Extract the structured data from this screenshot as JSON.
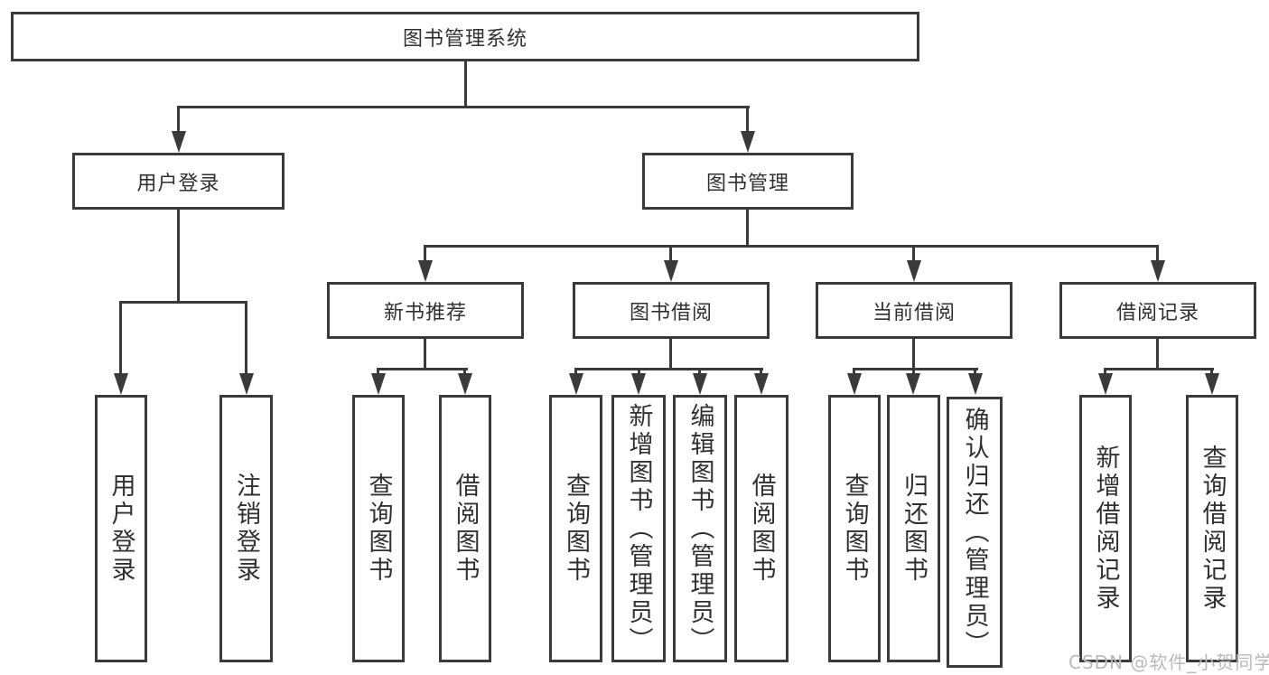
{
  "nodes": {
    "root": "图书管理系统",
    "user_login": "用户登录",
    "book_mgmt": "图书管理",
    "new_book_rec": "新书推荐",
    "book_borrow": "图书借阅",
    "current_borrow": "当前借阅",
    "borrow_records": "借阅记录",
    "ul_user_login": "用户登录",
    "ul_logout": "注销登录",
    "nb_query_books": "查询图书",
    "nb_borrow_books": "借阅图书",
    "bb_query_books": "查询图书",
    "bb_add_books": "新增图书（管理员）",
    "bb_edit_books": "编辑图书（管理员）",
    "bb_borrow_books": "借阅图书",
    "cb_query_books": "查询图书",
    "cb_return_books": "归还图书",
    "cb_confirm_return": "确认归还（管理员）",
    "br_add_record": "新增借阅记录",
    "br_query_record": "查询借阅记录"
  },
  "structure": {
    "root": [
      "user_login",
      "book_mgmt"
    ],
    "user_login": [
      "ul_user_login",
      "ul_logout"
    ],
    "book_mgmt": [
      "new_book_rec",
      "book_borrow",
      "current_borrow",
      "borrow_records"
    ],
    "new_book_rec": [
      "nb_query_books",
      "nb_borrow_books"
    ],
    "book_borrow": [
      "bb_query_books",
      "bb_add_books",
      "bb_edit_books",
      "bb_borrow_books"
    ],
    "current_borrow": [
      "cb_query_books",
      "cb_return_books",
      "cb_confirm_return"
    ],
    "borrow_records": [
      "br_add_record",
      "br_query_record"
    ]
  },
  "watermark": "CSDN @软件_小贺同学",
  "colors": {
    "line": "#3a3a3a",
    "text": "#303030",
    "watermark": "#b9b9b9",
    "background": "#ffffff"
  }
}
